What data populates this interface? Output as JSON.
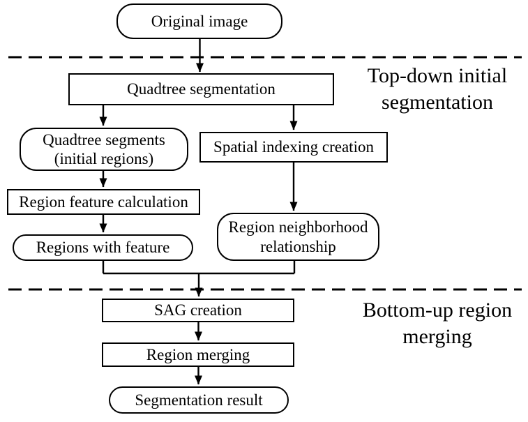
{
  "flowchart": {
    "background_color": "#ffffff",
    "stroke_color": "#000000",
    "text_color": "#000000",
    "nodes": [
      {
        "id": "original-image",
        "shape": "rounded",
        "label": "Original image"
      },
      {
        "id": "quadtree-segmentation",
        "shape": "rect",
        "label": "Quadtree segmentation"
      },
      {
        "id": "quadtree-segments",
        "shape": "rounded",
        "line1": "Quadtree segments",
        "line2": "(initial regions)"
      },
      {
        "id": "spatial-indexing-creation",
        "shape": "rect",
        "label": "Spatial indexing creation"
      },
      {
        "id": "region-feature-calculation",
        "shape": "rect",
        "label": "Region feature calculation"
      },
      {
        "id": "regions-with-feature",
        "shape": "rounded",
        "label": "Regions with feature"
      },
      {
        "id": "region-neighborhood-relationship",
        "shape": "rounded",
        "line1": "Region neighborhood",
        "line2": "relationship"
      },
      {
        "id": "sag-creation",
        "shape": "rect",
        "label": "SAG creation"
      },
      {
        "id": "region-merging",
        "shape": "rect",
        "label": "Region merging"
      },
      {
        "id": "segmentation-result",
        "shape": "rounded",
        "label": "Segmentation result"
      }
    ],
    "edges": [
      {
        "from": "original-image",
        "to": "quadtree-segmentation"
      },
      {
        "from": "quadtree-segmentation",
        "to": "quadtree-segments"
      },
      {
        "from": "quadtree-segmentation",
        "to": "spatial-indexing-creation"
      },
      {
        "from": "quadtree-segments",
        "to": "region-feature-calculation"
      },
      {
        "from": "region-feature-calculation",
        "to": "regions-with-feature"
      },
      {
        "from": "spatial-indexing-creation",
        "to": "region-neighborhood-relationship"
      },
      {
        "from": "regions-with-feature",
        "to": "sag-creation"
      },
      {
        "from": "region-neighborhood-relationship",
        "to": "sag-creation"
      },
      {
        "from": "sag-creation",
        "to": "region-merging"
      },
      {
        "from": "region-merging",
        "to": "segmentation-result"
      }
    ],
    "sections": [
      {
        "name": "top-down-initial-segmentation",
        "line1": "Top-down initial",
        "line2": "segmentation",
        "separator": "dashed"
      },
      {
        "name": "bottom-up-region-merging",
        "line1": "Bottom-up region",
        "line2": "merging",
        "separator": "dashed"
      }
    ]
  }
}
